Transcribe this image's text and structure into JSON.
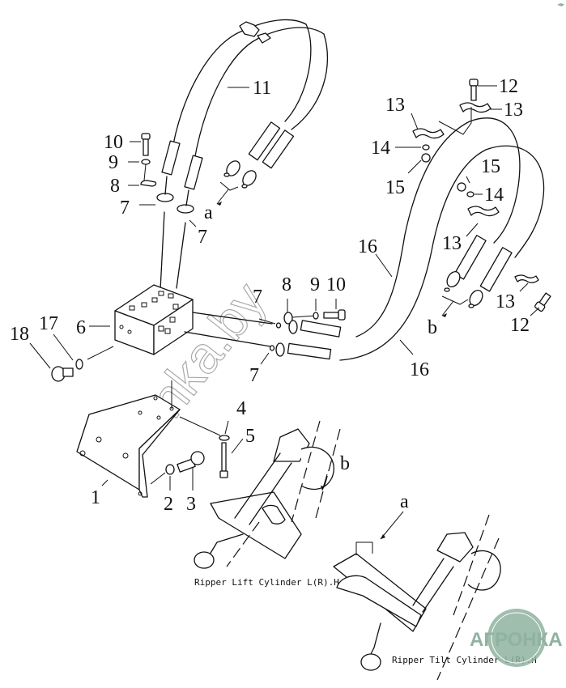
{
  "diagram": {
    "type": "exploded-parts-diagram",
    "subject": "Ripper cylinder hydraulic piping",
    "callouts": [
      {
        "id": "1",
        "part": "mounting bracket"
      },
      {
        "id": "2",
        "part": "washer"
      },
      {
        "id": "3",
        "part": "bolt"
      },
      {
        "id": "4",
        "part": "washer"
      },
      {
        "id": "5",
        "part": "bolt"
      },
      {
        "id": "6",
        "part": "valve block"
      },
      {
        "id": "7",
        "part": "o-ring"
      },
      {
        "id": "8",
        "part": "flange clamp"
      },
      {
        "id": "9",
        "part": "washer"
      },
      {
        "id": "10",
        "part": "bolt"
      },
      {
        "id": "11",
        "part": "hose"
      },
      {
        "id": "12",
        "part": "bolt"
      },
      {
        "id": "13",
        "part": "clamp"
      },
      {
        "id": "14",
        "part": "washer"
      },
      {
        "id": "15",
        "part": "nut"
      },
      {
        "id": "16",
        "part": "hose"
      },
      {
        "id": "17",
        "part": "o-ring"
      },
      {
        "id": "18",
        "part": "plug"
      }
    ],
    "labels": {
      "l1": "1",
      "l2": "2",
      "l3": "3",
      "l4": "4",
      "l5": "5",
      "l6": "6",
      "l7a": "7",
      "l7b": "7",
      "l7c": "7",
      "l7d": "7",
      "l8a": "8",
      "l8b": "8",
      "l9a": "9",
      "l9b": "9",
      "l10a": "10",
      "l10b": "10",
      "l11": "11",
      "l12a": "12",
      "l12b": "12",
      "l13a": "13",
      "l13b": "13",
      "l13c": "13",
      "l13d": "13",
      "l14a": "14",
      "l14b": "14",
      "l15a": "15",
      "l15b": "15",
      "l16a": "16",
      "l16b": "16",
      "l17": "17",
      "l18": "18",
      "refA1": "a",
      "refA2": "a",
      "refB1": "b",
      "refB2": "b"
    },
    "captions": {
      "lift": "Ripper Lift Cylinder L(R).H",
      "tilt": "Ripper Tilt Cylinder L(R).H"
    }
  },
  "watermarks": {
    "diagonal": "nka.by",
    "logo": "АГРОНКА"
  },
  "colors": {
    "line": "#111111",
    "background": "#ffffff",
    "logo": "#8fb3a0",
    "watermark": "#aaaaaa"
  }
}
